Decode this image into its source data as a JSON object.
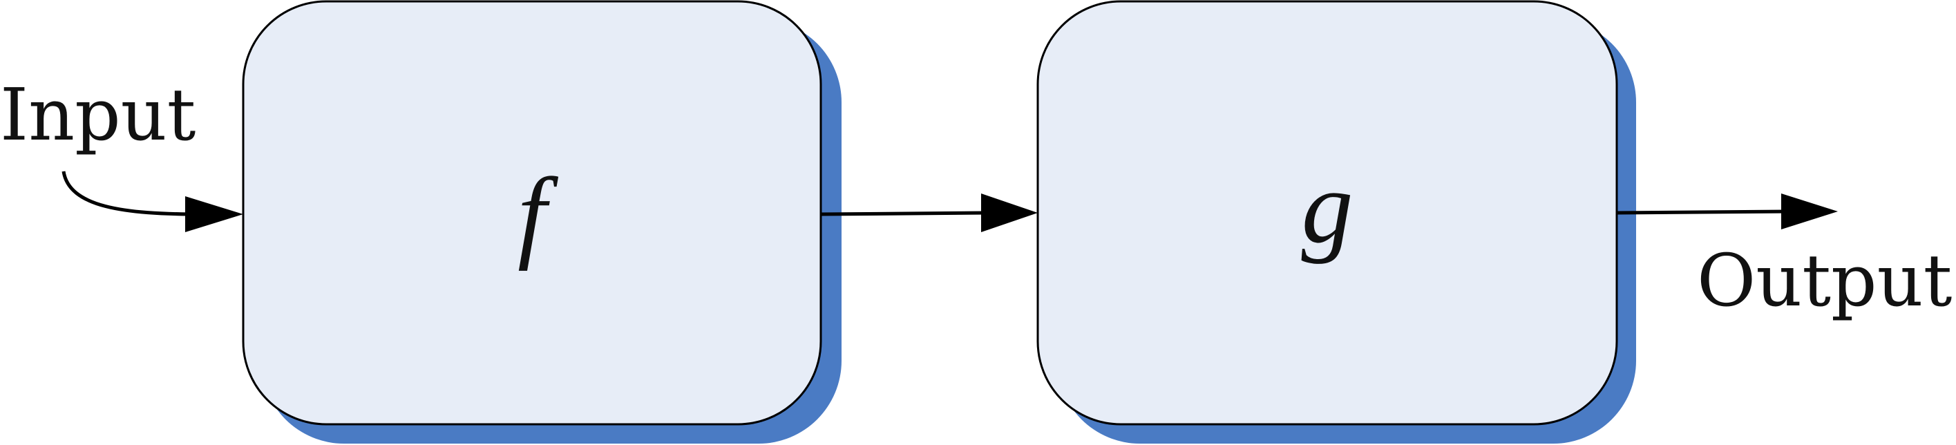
{
  "diagram": {
    "input_label": "Input",
    "output_label": "Output",
    "blocks": [
      {
        "id": "f",
        "label": "f"
      },
      {
        "id": "g",
        "label": "g"
      }
    ],
    "colors": {
      "block_fill": "#e7edf7",
      "block_stroke": "#000000",
      "shadow": "#4a7bc4",
      "arrow": "#000000"
    }
  }
}
